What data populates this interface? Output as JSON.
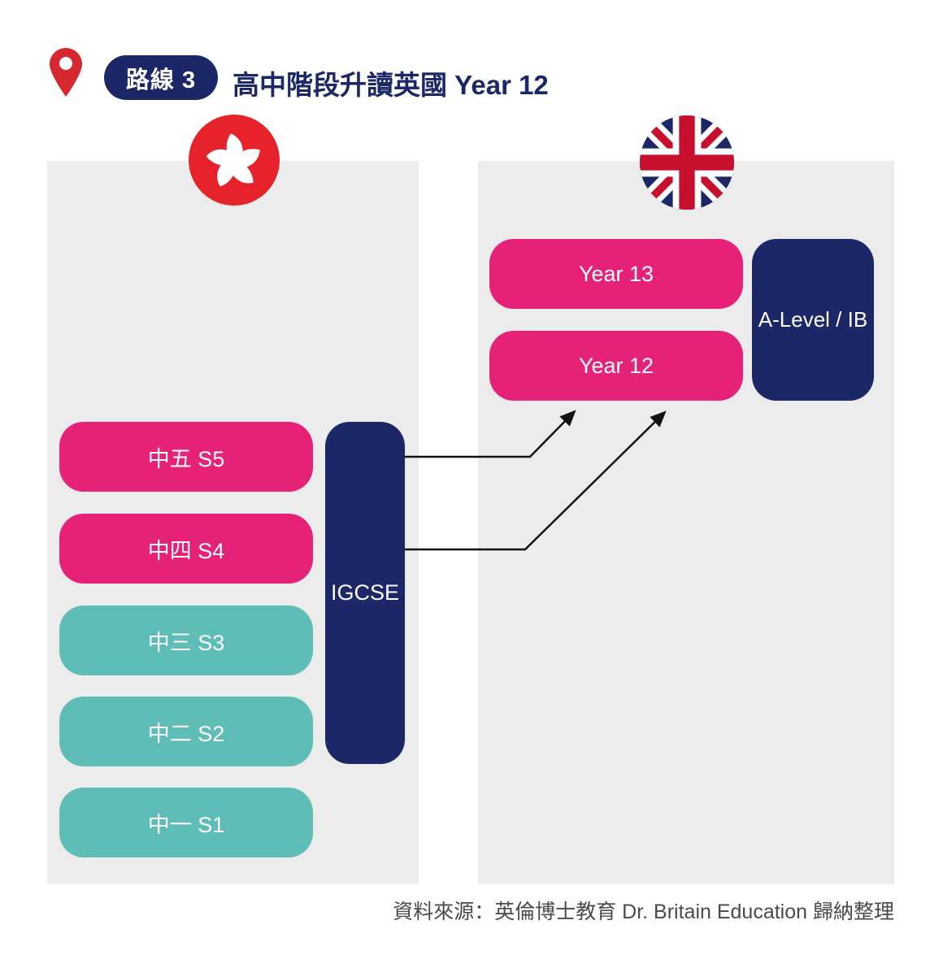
{
  "header": {
    "badge": "路線 3",
    "title": "高中階段升讀英國 Year 12"
  },
  "left_panel": {
    "flag": "hong-kong-flag",
    "stages": [
      {
        "label": "中五 S5",
        "color": "pink"
      },
      {
        "label": "中四 S4",
        "color": "pink"
      },
      {
        "label": "中三 S3",
        "color": "teal"
      },
      {
        "label": "中二 S2",
        "color": "teal"
      },
      {
        "label": "中一 S1",
        "color": "teal"
      }
    ],
    "exam_block": "IGCSE"
  },
  "right_panel": {
    "flag": "uk-flag",
    "years": [
      {
        "label": "Year 13"
      },
      {
        "label": "Year 12"
      }
    ],
    "qualification_block": "A-Level / IB"
  },
  "arrows": [
    {
      "from": "中五 S5 / IGCSE",
      "to": "Year 12"
    },
    {
      "from": "中四 S4 / IGCSE",
      "to": "Year 12"
    }
  ],
  "footer": {
    "source": "資料來源：英倫博士教育 Dr. Britain Education 歸納整理"
  },
  "colors": {
    "pink": "#E62178",
    "teal": "#5FBDB7",
    "navy": "#1B2766",
    "panel": "#ECECEC",
    "pin_red": "#D7282F",
    "hk_red": "#E6232A",
    "uk_red": "#C8102E",
    "arrow": "#111111"
  }
}
